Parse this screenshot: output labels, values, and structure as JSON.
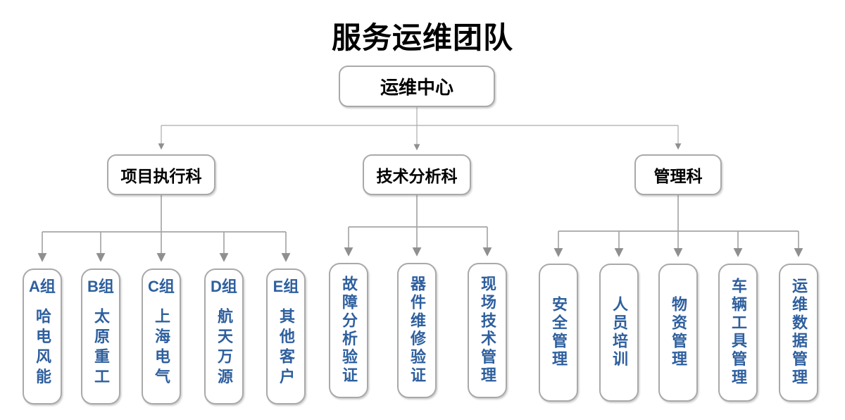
{
  "title": "服务运维团队",
  "colors": {
    "box_border": "#a9a9a9",
    "connector_line": "#a9a9a9",
    "arrowhead": "#8f8f8f",
    "heading_text": "#000000",
    "leaf_text": "#2e5f9e",
    "background": "#ffffff"
  },
  "org": {
    "root": {
      "label": "运维中心"
    },
    "departments": [
      {
        "label": "项目执行科",
        "children": [
          {
            "head": "A组",
            "name": "哈电风能"
          },
          {
            "head": "B组",
            "name": "太原重工"
          },
          {
            "head": "C组",
            "name": "上海电气"
          },
          {
            "head": "D组",
            "name": "航天万源"
          },
          {
            "head": "E组",
            "name": "其他客户"
          }
        ]
      },
      {
        "label": "技术分析科",
        "children": [
          {
            "name": "故障分析验证"
          },
          {
            "name": "器件维修验证"
          },
          {
            "name": "现场技术管理"
          }
        ]
      },
      {
        "label": "管理科",
        "children": [
          {
            "name": "安全管理"
          },
          {
            "name": "人员培训"
          },
          {
            "name": "物资管理"
          },
          {
            "name": "车辆工具管理"
          },
          {
            "name": "运维数据管理"
          }
        ]
      }
    ]
  }
}
